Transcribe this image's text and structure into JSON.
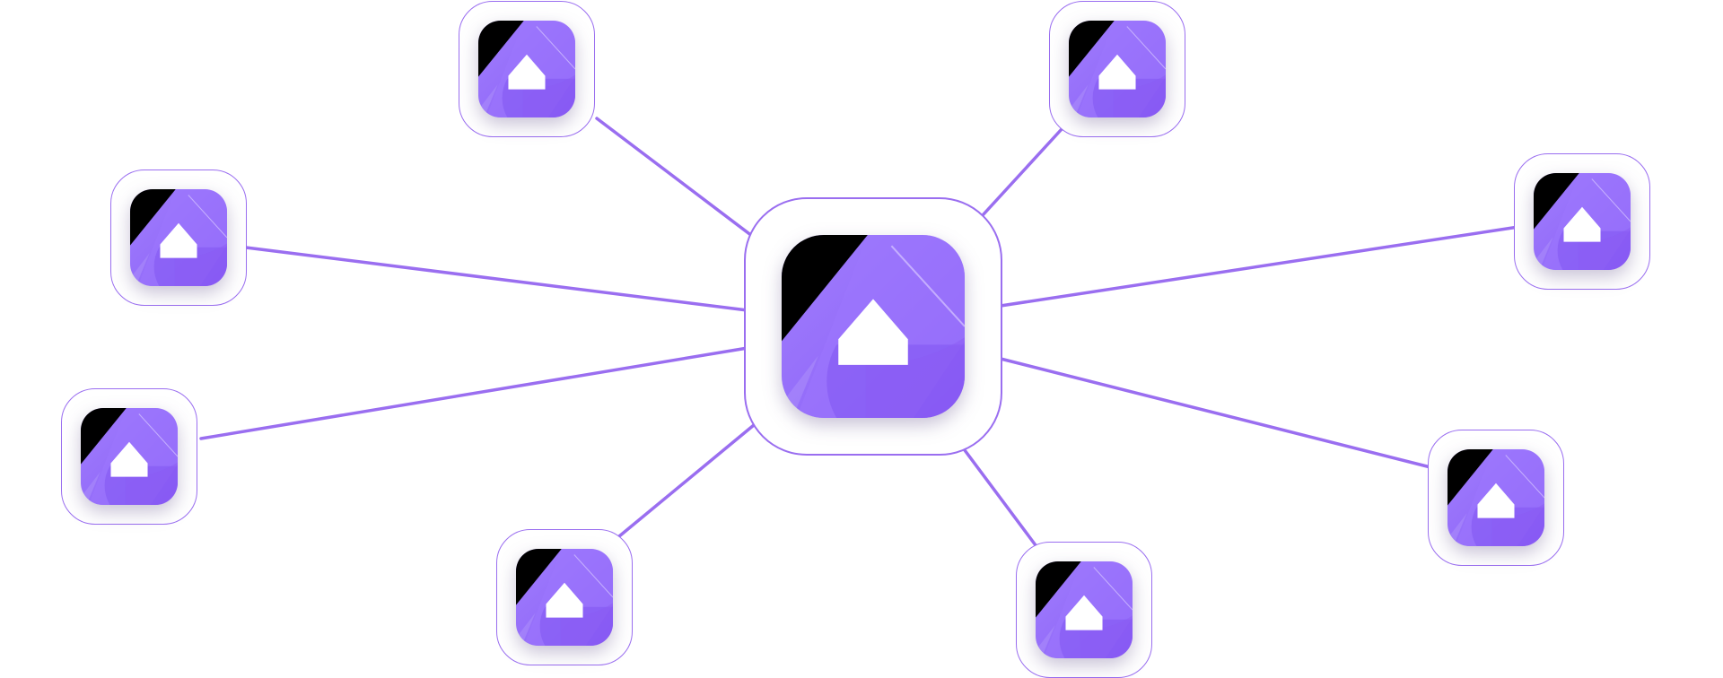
{
  "diagram": {
    "type": "hub-and-spoke",
    "hub": {
      "icon": "house-app-icon"
    },
    "satellites": [
      {
        "id": "top-left",
        "icon": "house-app-icon"
      },
      {
        "id": "top-right",
        "icon": "house-app-icon"
      },
      {
        "id": "mid-left",
        "icon": "house-app-icon"
      },
      {
        "id": "far-right",
        "icon": "house-app-icon"
      },
      {
        "id": "left",
        "icon": "house-app-icon"
      },
      {
        "id": "right",
        "icon": "house-app-icon"
      },
      {
        "id": "bottom-left",
        "icon": "house-app-icon"
      },
      {
        "id": "bottom-right",
        "icon": "house-app-icon"
      }
    ]
  },
  "colors": {
    "connector": "#9a6ef0",
    "node_border": "#9a6ef0",
    "icon_purple": "#9a72fc",
    "icon_purple_dark": "#7f52f2",
    "icon_black": "#000000",
    "house": "#ffffff",
    "background": "#ffffff"
  }
}
